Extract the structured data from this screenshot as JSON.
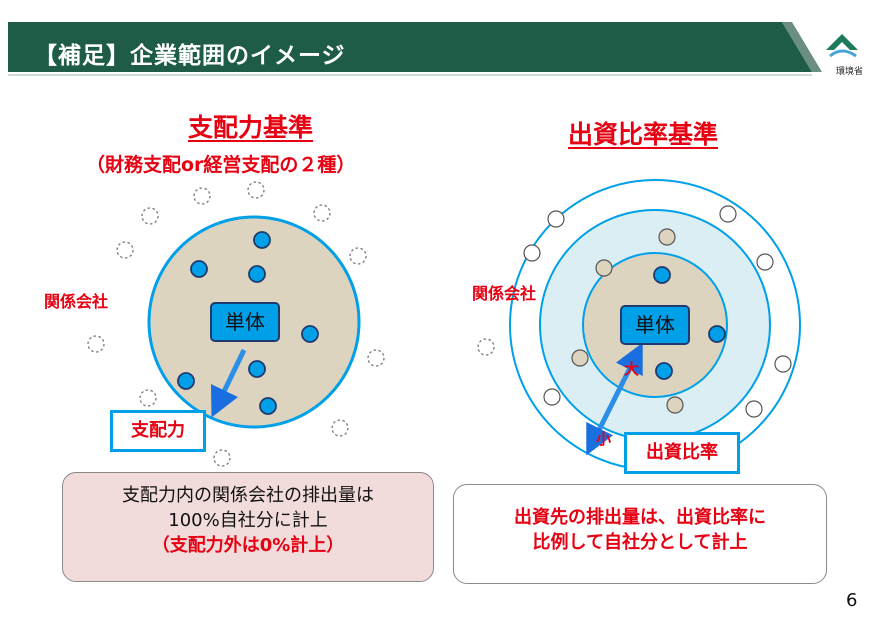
{
  "header": {
    "title": "【補足】企業範囲のイメージ",
    "logo_text": "環境省"
  },
  "left": {
    "title": "支配力基準",
    "subtitle": "（財務支配or経営支配の２種）",
    "affiliates_label": "関係会社",
    "unit_label": "単体",
    "arrow_label": "支配力",
    "note_line1": "支配力内の関係会社の排出量は",
    "note_line2": "100%自社分に計上",
    "note_line3": "（支配力外は0%計上）"
  },
  "right": {
    "title": "出資比率基準",
    "affiliates_label": "関係会社",
    "unit_label": "単体",
    "large_label": "大",
    "small_label": "小",
    "arrow_label": "出資比率",
    "note_line1": "出資先の排出量は、出資比率に",
    "note_line2": "比例して自社分として計上"
  },
  "page_number": "6",
  "colors": {
    "banner": "#1e5c48",
    "accent_blue": "#00a0e9",
    "red": "#e60012",
    "tan": "#ddd4c0",
    "light_blue": "#daeef3",
    "note_pink": "#f2dcdb"
  }
}
